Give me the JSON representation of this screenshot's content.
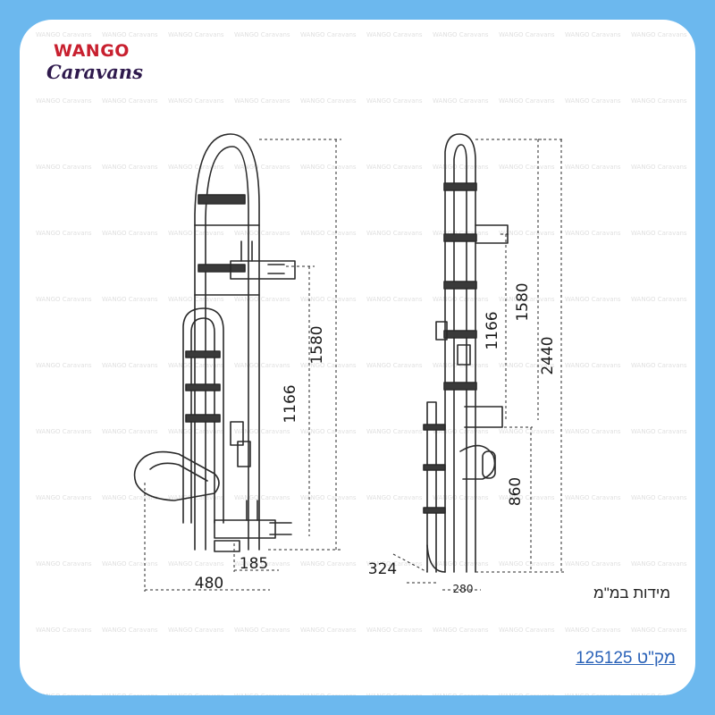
{
  "brand": {
    "line1": "WANGO",
    "line2": "Caravans",
    "watermark": "WANGO Caravans",
    "colors": {
      "primary": "#c8202f",
      "secondary": "#2f1a4d"
    }
  },
  "page": {
    "background": "#6cb8ee",
    "card": "#ffffff"
  },
  "diagram": {
    "left_view": {
      "dim_1580": "1580",
      "dim_1166": "1166",
      "dim_480": "480",
      "dim_185": "185"
    },
    "right_view": {
      "dim_1166": "1166",
      "dim_1580": "1580",
      "dim_2440": "2440",
      "dim_860": "860",
      "dim_324": "324",
      "dim_280": "280"
    }
  },
  "units_note": "מידות במ\"מ",
  "sku_link": "מק\"ט 125125"
}
